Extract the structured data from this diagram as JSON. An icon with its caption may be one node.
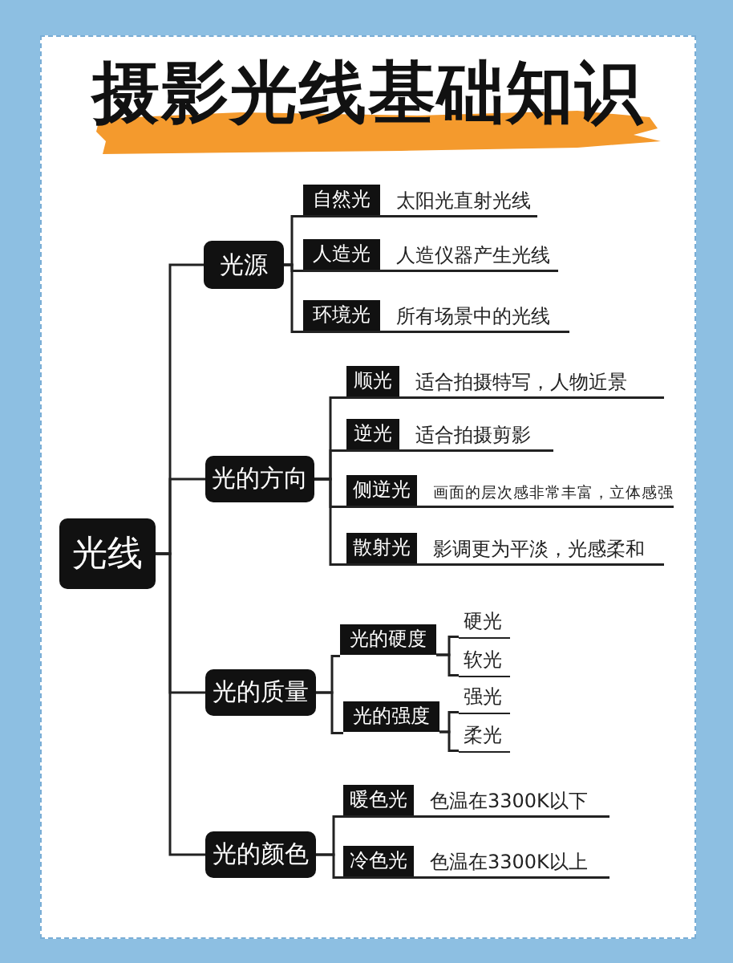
{
  "diagram": {
    "title": "摄影光线基础知识",
    "nodes": [
      {
        "text": [
          "光线"
        ]
      },
      {
        "text": [
          "光源"
        ]
      },
      {
        "text": [
          "自然光"
        ],
        "beside": [
          "太阳光直射光线"
        ]
      },
      {
        "text": [
          "人造光"
        ],
        "beside": [
          "人造仪器产生光线"
        ]
      },
      {
        "text": [
          "环境光"
        ],
        "beside": [
          "所有场景中的光线"
        ]
      },
      {
        "text": [
          "光的方向"
        ]
      },
      {
        "text": [
          "顺光"
        ],
        "beside": [
          "适合拍摄特写，人物近景"
        ]
      },
      {
        "text": [
          "逆光"
        ],
        "beside": [
          "适合拍摄剪影"
        ]
      },
      {
        "text": [
          "侧逆光"
        ],
        "beside": [
          "画面的层次感非常丰富，立体感强"
        ]
      },
      {
        "text": [
          "散射光"
        ],
        "beside": [
          "影调更为平淡，光感柔和"
        ]
      },
      {
        "text": [
          "光的质量"
        ]
      },
      {
        "text": [
          "光的硬度"
        ]
      },
      {
        "text": [
          "硬光"
        ]
      },
      {
        "text": [
          "软光"
        ]
      },
      {
        "text": [
          "光的强度"
        ]
      },
      {
        "text": [
          "强光"
        ]
      },
      {
        "text": [
          "柔光"
        ]
      },
      {
        "text": [
          "光的颜色"
        ]
      },
      {
        "text": [
          "暖色光"
        ],
        "beside": [
          "色温在3300K以下"
        ]
      },
      {
        "text": [
          "冷色光"
        ],
        "beside": [
          "色温在3300K以上"
        ]
      }
    ],
    "edges": [
      {
        "from": 0,
        "to": 1,
        "arrow": "none"
      },
      {
        "from": 0,
        "to": 5,
        "arrow": "none"
      },
      {
        "from": 0,
        "to": 10,
        "arrow": "none"
      },
      {
        "from": 0,
        "to": 17,
        "arrow": "none"
      },
      {
        "from": 1,
        "to": 2,
        "arrow": "none"
      },
      {
        "from": 1,
        "to": 3,
        "arrow": "none"
      },
      {
        "from": 1,
        "to": 4,
        "arrow": "none"
      },
      {
        "from": 5,
        "to": 6,
        "arrow": "none"
      },
      {
        "from": 5,
        "to": 7,
        "arrow": "none"
      },
      {
        "from": 5,
        "to": 8,
        "arrow": "none"
      },
      {
        "from": 5,
        "to": 9,
        "arrow": "none"
      },
      {
        "from": 10,
        "to": 11,
        "arrow": "none"
      },
      {
        "from": 10,
        "to": 14,
        "arrow": "none"
      },
      {
        "from": 11,
        "to": 12,
        "arrow": "none"
      },
      {
        "from": 11,
        "to": 13,
        "arrow": "none"
      },
      {
        "from": 14,
        "to": 15,
        "arrow": "none"
      },
      {
        "from": 14,
        "to": 16,
        "arrow": "none"
      },
      {
        "from": 17,
        "to": 18,
        "arrow": "none"
      },
      {
        "from": 17,
        "to": 19,
        "arrow": "none"
      }
    ]
  }
}
